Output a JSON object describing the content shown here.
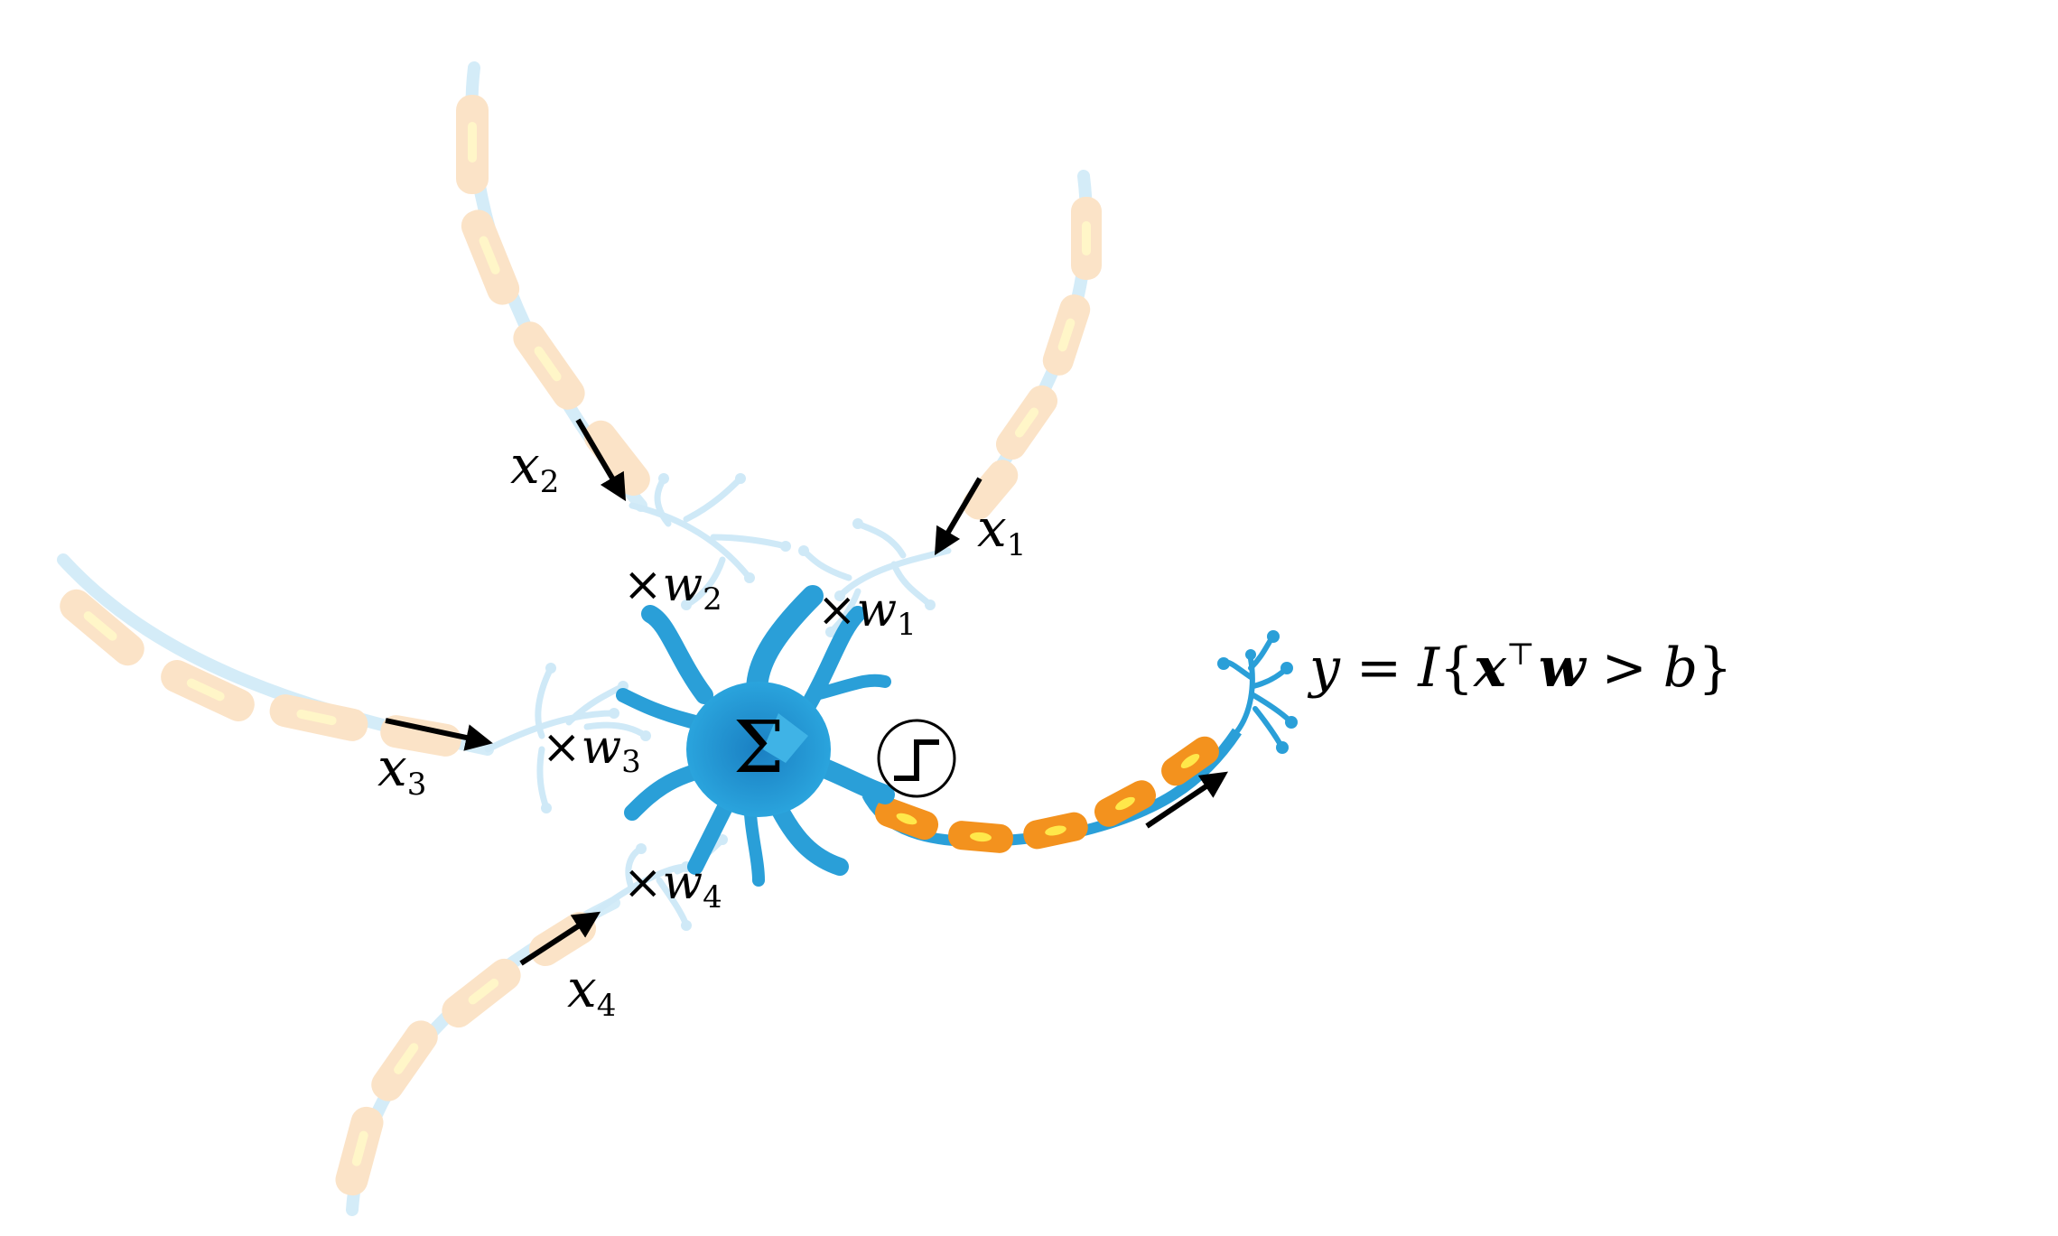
{
  "inputs": [
    {
      "var": "x",
      "index": "1",
      "weight_op": "×",
      "weight_var": "w",
      "weight_index": "1"
    },
    {
      "var": "x",
      "index": "2",
      "weight_op": "×",
      "weight_var": "w",
      "weight_index": "2"
    },
    {
      "var": "x",
      "index": "3",
      "weight_op": "×",
      "weight_var": "w",
      "weight_index": "3"
    },
    {
      "var": "x",
      "index": "4",
      "weight_op": "×",
      "weight_var": "w",
      "weight_index": "4"
    }
  ],
  "soma_symbol": "Σ",
  "output": {
    "lhs": "y",
    "eq": "=",
    "indicator": "I",
    "open": "{",
    "x": "x",
    "transpose": "⊤",
    "w": "w",
    "gt": ">",
    "b": "b",
    "close": "}"
  },
  "colors": {
    "neuron": "#2a9fd8",
    "neuron_light": "#cfe9f7",
    "myelin_faded": "#fbe3c7",
    "myelin_faded_core": "#fff6c8",
    "myelin_active": "#f3921e",
    "myelin_active_core": "#ffe84a",
    "arrow": "#000000"
  },
  "icons": [
    "step-function-icon",
    "sigma-symbol"
  ]
}
